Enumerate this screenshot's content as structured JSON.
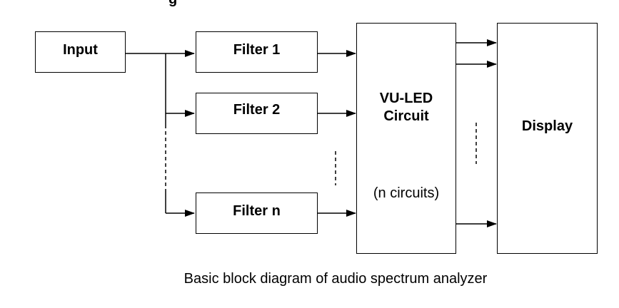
{
  "header_fragment": "g",
  "blocks": {
    "input": "Input",
    "filter1": "Filter 1",
    "filter2": "Filter 2",
    "filtern": "Filter n",
    "vu_line1": "VU-LED",
    "vu_line2": "Circuit",
    "vu_note": "(n circuits)",
    "display": "Display"
  },
  "caption": "Basic block diagram of audio spectrum analyzer"
}
